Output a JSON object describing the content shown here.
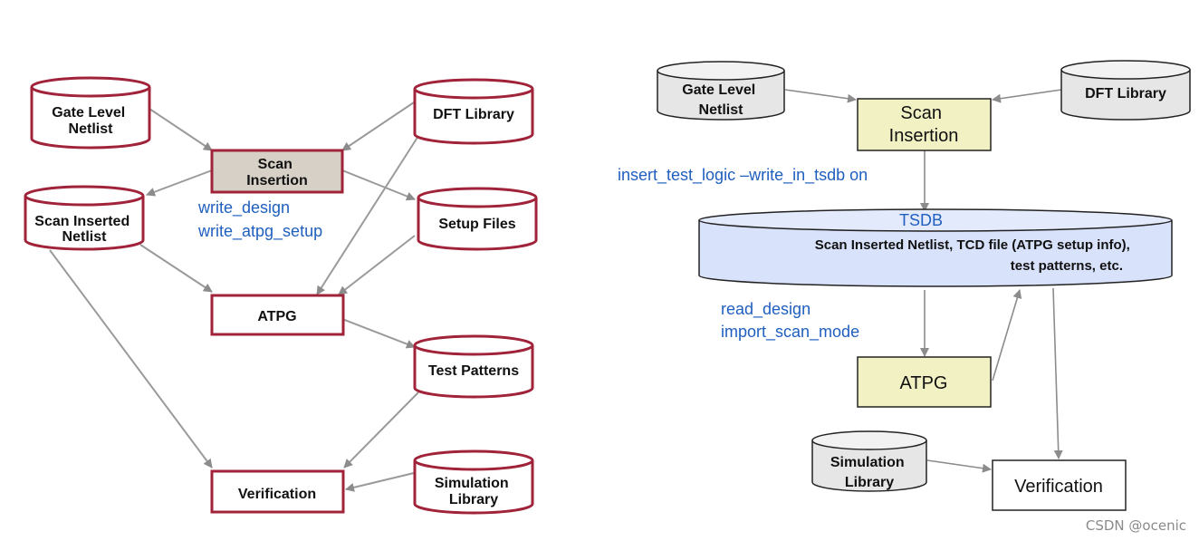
{
  "left_flow": {
    "gate_level_netlist": [
      "Gate Level",
      "Netlist"
    ],
    "dft_library": "DFT Library",
    "scan_insertion": [
      "Scan",
      "Insertion"
    ],
    "scan_inserted_netlist": [
      "Scan Inserted",
      "Netlist"
    ],
    "setup_files": "Setup Files",
    "atpg": "ATPG",
    "test_patterns": "Test Patterns",
    "verification": "Verification",
    "simulation_library": [
      "Simulation",
      "Library"
    ],
    "commands": [
      "write_design",
      "write_atpg_setup"
    ]
  },
  "right_flow": {
    "gate_level_netlist": [
      "Gate Level",
      "Netlist"
    ],
    "dft_library": "DFT Library",
    "scan_insertion": [
      "Scan",
      "Insertion"
    ],
    "insert_command": "insert_test_logic –write_in_tsdb on",
    "tsdb": {
      "title": "TSDB",
      "content": [
        "Scan Inserted Netlist, TCD file (ATPG setup info),",
        "test patterns, etc."
      ]
    },
    "read_commands": [
      "read_design",
      "import_scan_mode"
    ],
    "atpg": "ATPG",
    "simulation_library": [
      "Simulation",
      "Library"
    ],
    "verification": "Verification"
  },
  "watermark": "CSDN @ocenic",
  "colors": {
    "left_border": "#a0233a",
    "scan_fill": "#d6d0c6",
    "db_gray": "#e6e6e6",
    "yellow_box": "#f1f1c4",
    "tsdb_fill": "#d9e2fb",
    "command_blue": "#1f5fbf"
  }
}
